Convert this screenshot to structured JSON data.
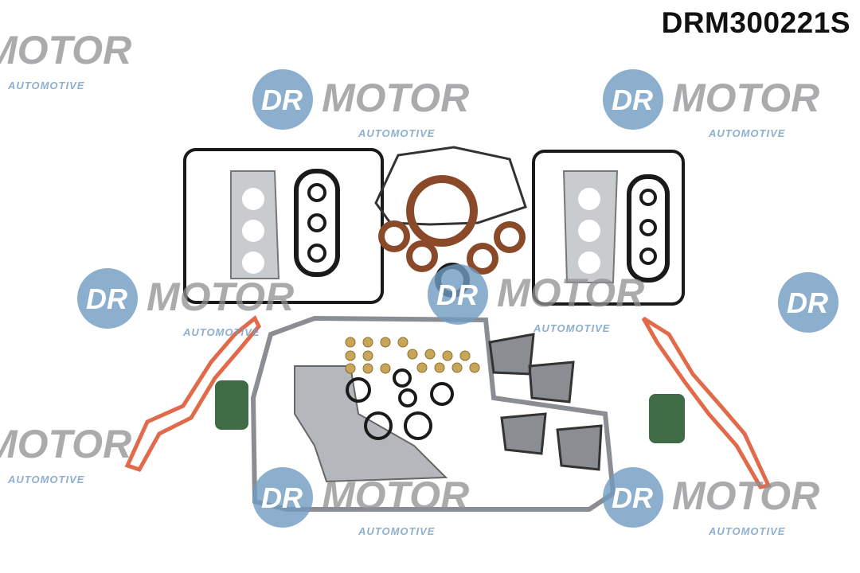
{
  "product": {
    "part_number": "DRM300221S"
  },
  "watermark": {
    "brand_prefix": "DR",
    "brand_name": "MOTOR",
    "tagline": "AUTOMOTIVE",
    "circle_color": "#6f9bc2",
    "text_color": "#8d8f92"
  },
  "colors": {
    "gasket_black": "#1a1a1a",
    "metal_gasket": "#9a9ea2",
    "intake_gasket": "#e06a4a",
    "oil_seal": "#8a4a2a",
    "valve_stem_seal": "#3f6b45"
  }
}
